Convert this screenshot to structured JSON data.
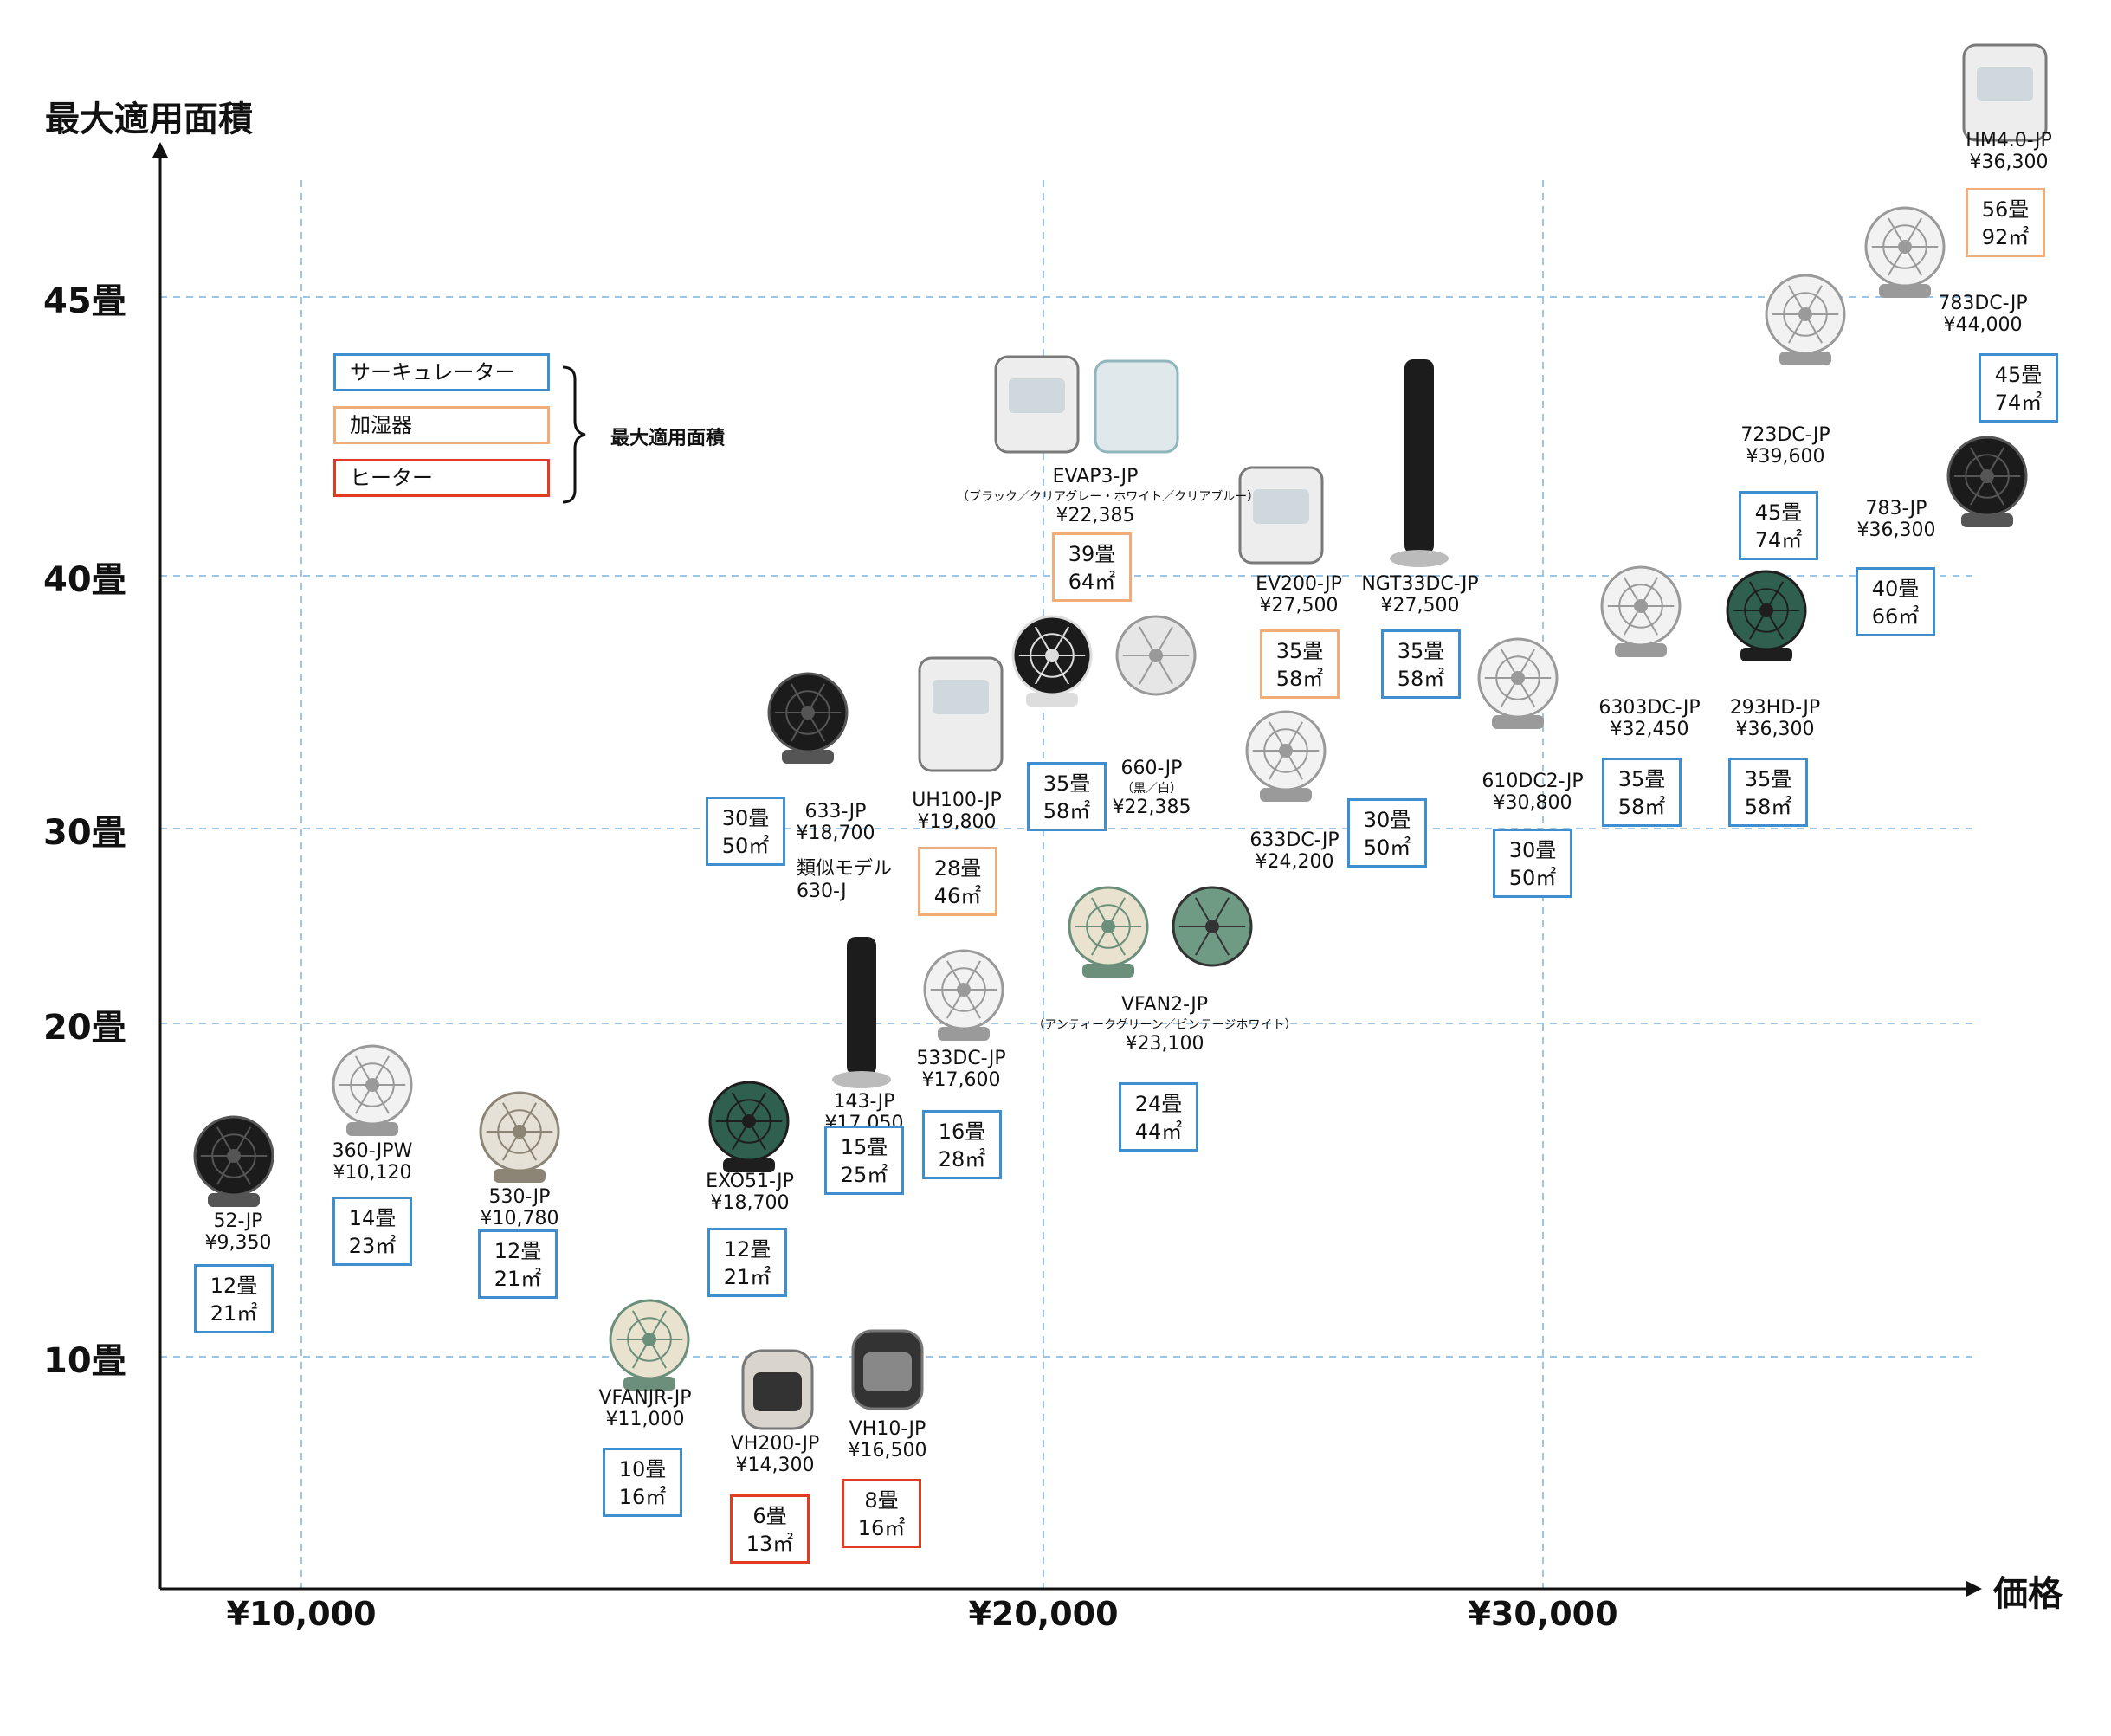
{
  "chart_data": {
    "type": "scatter",
    "xlabel": "価格",
    "ylabel": "最大適用面積",
    "x_ticks": [
      "¥10,000",
      "¥20,000",
      "¥30,000"
    ],
    "y_ticks": [
      "10畳",
      "20畳",
      "30畳",
      "40畳",
      "45畳"
    ],
    "grid": true,
    "legend": {
      "items": [
        {
          "label": "サーキュレーター",
          "category": "circulator",
          "color": "#3f8fd0"
        },
        {
          "label": "加湿器",
          "category": "humidifier",
          "color": "#f0ad7a"
        },
        {
          "label": "ヒーター",
          "category": "heater",
          "color": "#e33a22"
        }
      ],
      "brace_label": "最大適用面積",
      "placement": "top-left"
    },
    "products": [
      {
        "model": "52-JP",
        "price": "¥9,350",
        "area_jo": "12畳",
        "area_m2": "21㎡",
        "category": "circulator",
        "icon": "fan-black-icon"
      },
      {
        "model": "360-JPW",
        "price": "¥10,120",
        "area_jo": "14畳",
        "area_m2": "23㎡",
        "category": "circulator",
        "icon": "fan-white-icon"
      },
      {
        "model": "530-JP",
        "price": "¥10,780",
        "area_jo": "12畳",
        "area_m2": "21㎡",
        "category": "circulator",
        "icon": "fan-beige-icon"
      },
      {
        "model": "VFANJR-JP",
        "price": "¥11,000",
        "area_jo": "10畳",
        "area_m2": "16㎡",
        "category": "circulator",
        "icon": "vintage-fan-icon"
      },
      {
        "model": "VH200-JP",
        "price": "¥14,300",
        "area_jo": "6畳",
        "area_m2": "13㎡",
        "category": "heater",
        "icon": "heater-icon"
      },
      {
        "model": "VH10-JP",
        "price": "¥16,500",
        "area_jo": "8畳",
        "area_m2": "16㎡",
        "category": "heater",
        "icon": "heater-black-icon"
      },
      {
        "model": "EXO51-JP",
        "price": "¥18,700",
        "area_jo": "12畳",
        "area_m2": "21㎡",
        "category": "circulator",
        "icon": "fan-green-icon"
      },
      {
        "model": "143-JP",
        "price": "¥17,050",
        "area_jo": "15畳",
        "area_m2": "25㎡",
        "category": "circulator",
        "icon": "tower-fan-icon"
      },
      {
        "model": "533DC-JP",
        "price": "¥17,600",
        "area_jo": "16畳",
        "area_m2": "28㎡",
        "category": "circulator",
        "icon": "fan-white-icon"
      },
      {
        "model": "633-JP",
        "price": "¥18,700",
        "note": [
          "類似モデル",
          "630-J"
        ],
        "area_jo": "30畳",
        "area_m2": "50㎡",
        "category": "circulator",
        "icon": "fan-black-icon"
      },
      {
        "model": "UH100-JP",
        "price": "¥19,800",
        "area_jo": "28畳",
        "area_m2": "46㎡",
        "category": "humidifier",
        "icon": "humidifier-icon"
      },
      {
        "model": "660-JP",
        "sub": "（黒／白）",
        "price": "¥22,385",
        "area_jo": "35畳",
        "area_m2": "58㎡",
        "category": "circulator",
        "icon": "fan-black-white-icon"
      },
      {
        "model": "VFAN2-JP",
        "sub": "（アンティークグリーン／ビンテージホワイト）",
        "price": "¥23,100",
        "area_jo": "24畳",
        "area_m2": "44㎡",
        "category": "circulator",
        "icon": "vintage-fan-icon"
      },
      {
        "model": "EVAP3-JP",
        "sub": "（ブラック／クリアグレー・ホワイト／クリアブルー）",
        "price": "¥22,385",
        "area_jo": "39畳",
        "area_m2": "64㎡",
        "category": "humidifier",
        "icon": "humidifier-icon"
      },
      {
        "model": "633DC-JP",
        "price": "¥24,200",
        "area_jo": "30畳",
        "area_m2": "50㎡",
        "category": "circulator",
        "icon": "fan-white-icon"
      },
      {
        "model": "EV200-JP",
        "price": "¥27,500",
        "area_jo": "35畳",
        "area_m2": "58㎡",
        "category": "humidifier",
        "icon": "humidifier-icon"
      },
      {
        "model": "NGT33DC-JP",
        "price": "¥27,500",
        "area_jo": "35畳",
        "area_m2": "58㎡",
        "category": "circulator",
        "icon": "tower-fan-icon"
      },
      {
        "model": "610DC2-JP",
        "price": "¥30,800",
        "area_jo": "30畳",
        "area_m2": "50㎡",
        "category": "circulator",
        "icon": "fan-white-icon"
      },
      {
        "model": "6303DC-JP",
        "price": "¥32,450",
        "area_jo": "35畳",
        "area_m2": "58㎡",
        "category": "circulator",
        "icon": "fan-white-icon"
      },
      {
        "model": "293HD-JP",
        "price": "¥36,300",
        "area_jo": "35畳",
        "area_m2": "58㎡",
        "category": "circulator",
        "icon": "fan-green-icon"
      },
      {
        "model": "723DC-JP",
        "price": "¥39,600",
        "area_jo": "45畳",
        "area_m2": "74㎡",
        "category": "circulator",
        "icon": "fan-white-icon"
      },
      {
        "model": "783-JP",
        "price": "¥36,300",
        "area_jo": "40畳",
        "area_m2": "66㎡",
        "category": "circulator",
        "icon": "fan-black-icon"
      },
      {
        "model": "783DC-JP",
        "price": "¥44,000",
        "area_jo": "45畳",
        "area_m2": "74㎡",
        "category": "circulator",
        "icon": "fan-white-icon"
      },
      {
        "model": "HM4.0-JP",
        "price": "¥36,300",
        "area_jo": "56畳",
        "area_m2": "92㎡",
        "category": "humidifier",
        "icon": "humidifier-icon"
      }
    ]
  }
}
